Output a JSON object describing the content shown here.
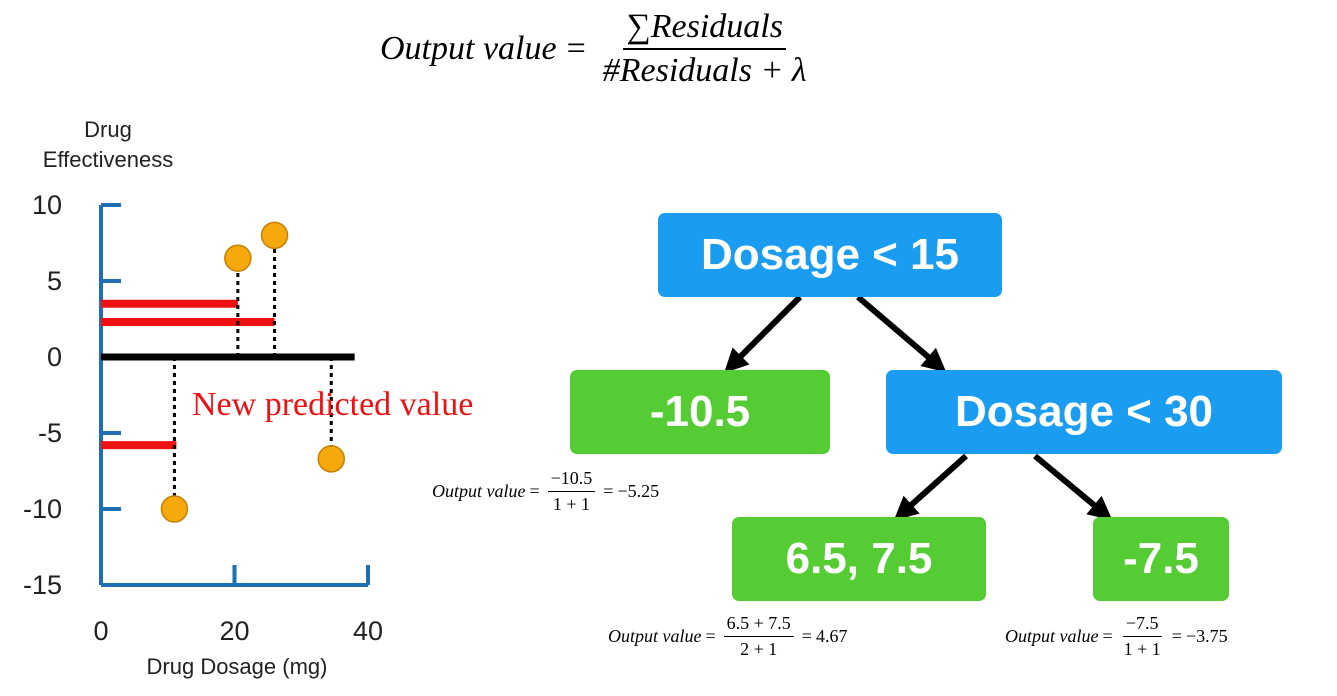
{
  "formula": {
    "lhs": "Output value",
    "equals": "=",
    "numerator": "∑Residuals",
    "denominator": "#Residuals + λ"
  },
  "annotation": {
    "new_predicted_value": "New predicted value"
  },
  "tree": {
    "root": "Dosage < 15",
    "leaf_left": "-10.5",
    "node_right": "Dosage < 30",
    "leaf_mid": "6.5, 7.5",
    "leaf_right": "-7.5"
  },
  "leaf_formulas": {
    "left": {
      "lhs": "Output value",
      "eq": "=",
      "num": "−10.5",
      "den": "1 + 1",
      "eq2": "=",
      "result": "−5.25"
    },
    "mid": {
      "lhs": "Output value",
      "eq": "=",
      "num": "6.5 + 7.5",
      "den": "2 + 1",
      "eq2": "=",
      "result": "4.67"
    },
    "right": {
      "lhs": "Output value",
      "eq": "=",
      "num": "−7.5",
      "den": "1 + 1",
      "eq2": "=",
      "result": "−3.75"
    }
  },
  "colors": {
    "blue_node": "#1a9cf0",
    "green_node": "#55cc33",
    "axis": "#1f6fb5",
    "point": "#f6a90d",
    "point_edge": "#c68000",
    "prediction": "#ee1111",
    "baseline": "#000000"
  },
  "chart_data": {
    "type": "scatter",
    "ylabel": "Drug Effectiveness",
    "ylabel_lines": [
      "Drug",
      "Effectiveness"
    ],
    "xlabel": "Drug Dosage (mg)",
    "xlim": [
      0,
      40
    ],
    "ylim": [
      -15,
      10
    ],
    "xticks": [
      0,
      20,
      40
    ],
    "xtick_labels": [
      "0",
      "20",
      "40"
    ],
    "yticks": [
      10,
      5,
      0,
      -5,
      -10,
      -15
    ],
    "ytick_labels": [
      "10",
      "5",
      "0",
      "-5",
      "-10",
      "-15"
    ],
    "baseline": {
      "y": 0,
      "x_range": [
        0,
        38
      ]
    },
    "points": [
      {
        "x": 11,
        "y": -10
      },
      {
        "x": 20.5,
        "y": 6.5
      },
      {
        "x": 26,
        "y": 8
      },
      {
        "x": 34.5,
        "y": -6.7
      }
    ],
    "predictions": [
      {
        "x_range": [
          0,
          20.5
        ],
        "y": 3.5
      },
      {
        "x_range": [
          0,
          26
        ],
        "y": 2.3
      },
      {
        "x_range": [
          0,
          11.3
        ],
        "y": -5.8
      }
    ]
  }
}
